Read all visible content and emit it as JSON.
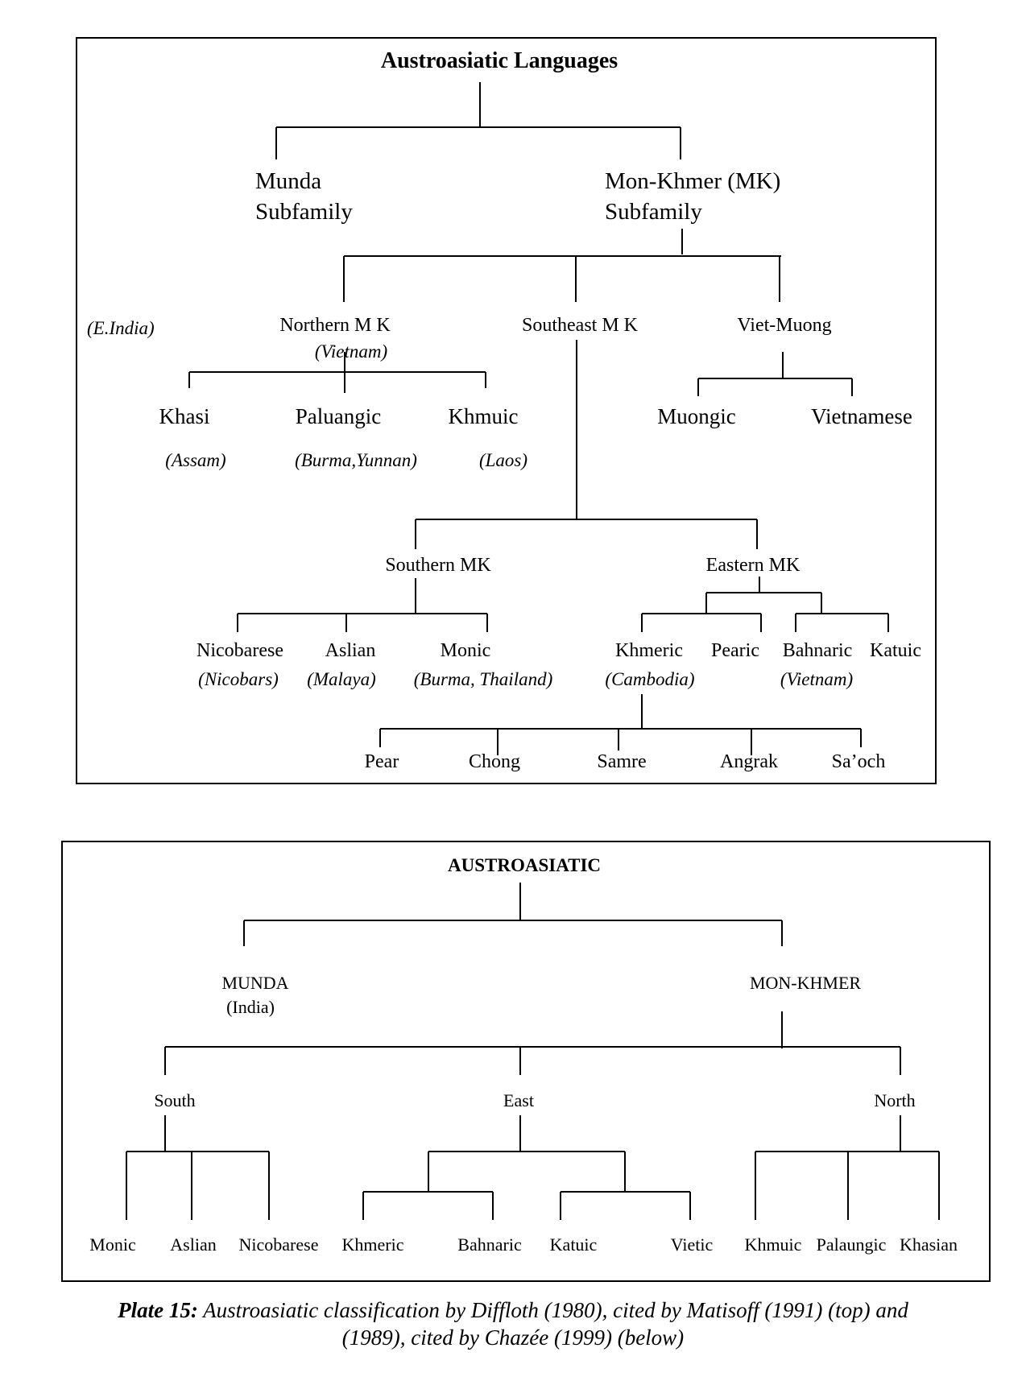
{
  "top_tree": {
    "title": "Austroasiatic Languages",
    "munda": "Munda",
    "munda_sub": "Subfamily",
    "mon_khmer": "Mon-Khmer (MK)",
    "mon_khmer_sub": "Subfamily",
    "e_india": "(E.India)",
    "northern_mk": "Northern M K",
    "northern_mk_region": "(Vietnam)",
    "southeast_mk": "Southeast M K",
    "viet_muong": "Viet-Muong",
    "khasi": "Khasi",
    "khasi_region": "(Assam)",
    "paluangic": "Paluangic",
    "paluangic_region": "(Burma,Yunnan)",
    "khmuic": "Khmuic",
    "khmuic_region": "(Laos)",
    "muongic": "Muongic",
    "vietnamese": "Vietnamese",
    "southern_mk": "Southern MK",
    "eastern_mk": "Eastern MK",
    "nicobarese": "Nicobarese",
    "nicobarese_region": "(Nicobars)",
    "aslian": "Aslian",
    "aslian_region": "(Malaya)",
    "monic": "Monic",
    "monic_region": "(Burma, Thailand)",
    "khmeric": "Khmeric",
    "khmeric_region": "(Cambodia)",
    "pearic": "Pearic",
    "bahnaric": "Bahnaric",
    "katuic": "Katuic",
    "bahnaric_region": "(Vietnam)",
    "pear": "Pear",
    "chong": "Chong",
    "samre": "Samre",
    "angrak": "Angrak",
    "saoch": "Sa’och"
  },
  "bottom_tree": {
    "title": "AUSTROASIATIC",
    "munda": "MUNDA",
    "munda_region": "(India)",
    "mon_khmer": "MON-KHMER",
    "south": "South",
    "east": "East",
    "north": "North",
    "monic": "Monic",
    "aslian": "Aslian",
    "nicobarese": "Nicobarese",
    "khmeric": "Khmeric",
    "bahnaric": "Bahnaric",
    "katuic": "Katuic",
    "vietic": "Vietic",
    "khmuic": "Khmuic",
    "palaungic": "Palaungic",
    "khasian": "Khasian"
  },
  "caption": {
    "label": "Plate 15:",
    "text": "Austroasiatic classification by Diffloth (1980), cited by Matisoff (1991) (top) and",
    "text2": "(1989), cited by Chazée (1999) (below)"
  }
}
